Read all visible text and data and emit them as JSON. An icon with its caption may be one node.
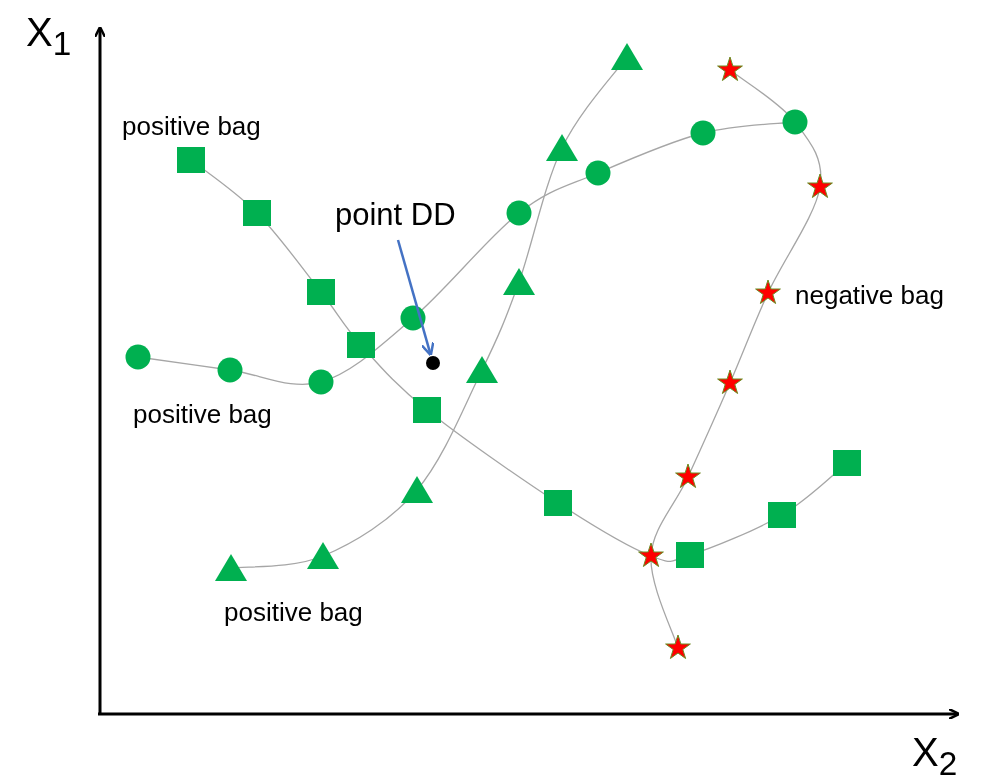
{
  "diagram": {
    "nodes": [
      {
        "text": [
          "point DD"
        ]
      },
      {
        "text": [],
        "shape": "circle"
      }
    ],
    "edges": [
      {
        "from": 0,
        "to": 1,
        "arrow": "to",
        "color": "#4472c4"
      }
    ],
    "labels": [
      "X$_{1}$",
      "positive bag",
      "negative bag",
      "positive bag",
      "positive bag",
      "X$_{2}$"
    ]
  }
}
